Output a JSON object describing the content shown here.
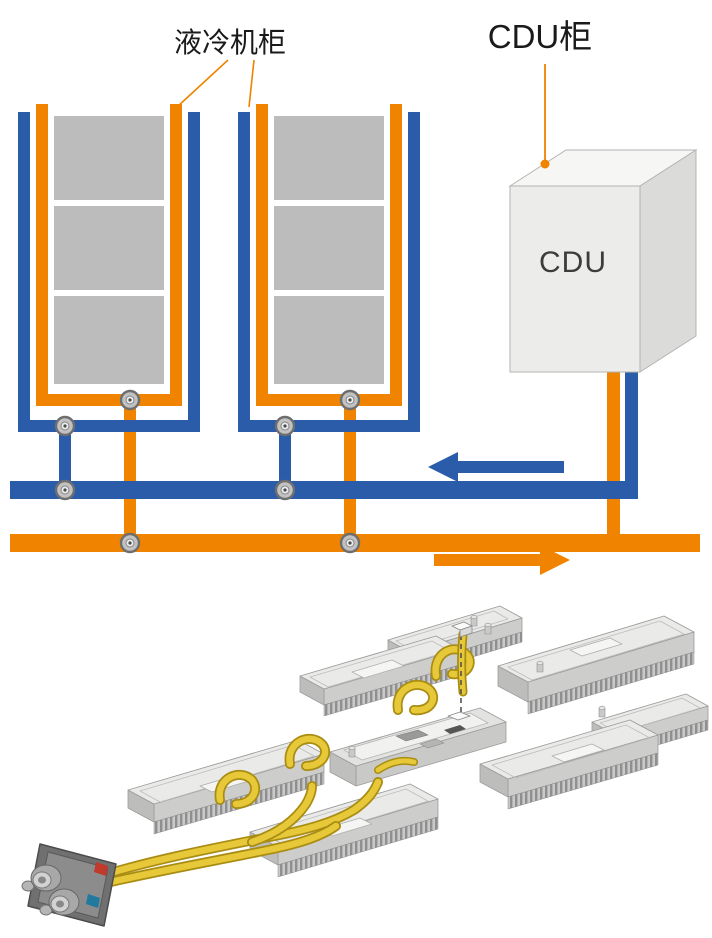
{
  "schematic": {
    "cabinet_label": "液冷机柜",
    "cdu_cabinet_label": "CDU柜",
    "cdu_box_label": "CDU",
    "colors": {
      "supply_pipe_blue": "#2a5caa",
      "return_pipe_orange": "#f08300",
      "equipment_block_gray": "#bcbcbc",
      "cdu_body": "#ececea"
    },
    "flow": {
      "blue_arrow_direction": "left",
      "orange_arrow_direction": "right"
    }
  },
  "illustration": {
    "hose_color": "#e7c838",
    "connector_mark_red": "#c0392b",
    "connector_mark_blue": "#1f7a9e"
  }
}
